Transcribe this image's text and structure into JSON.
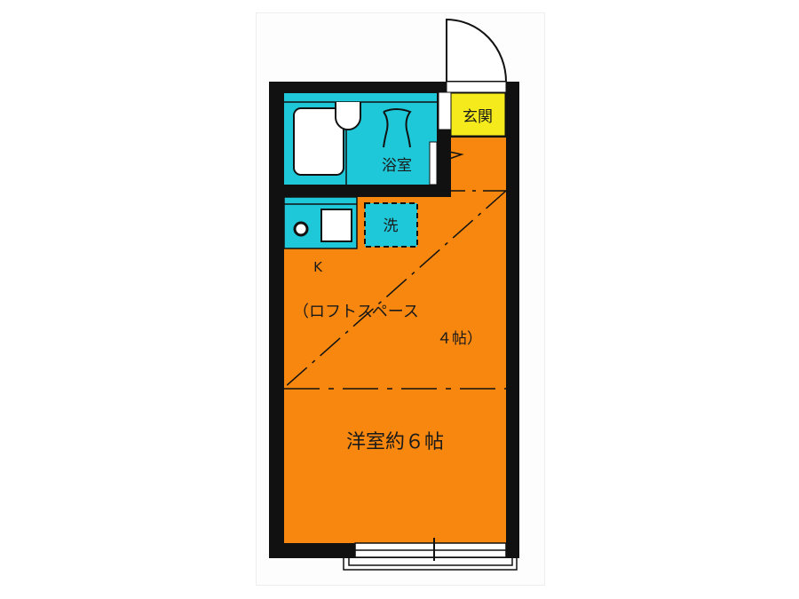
{
  "rooms": {
    "bathroom": {
      "label": "浴室"
    },
    "entrance": {
      "label": "玄関"
    },
    "washer": {
      "label": "洗"
    },
    "kitchen": {
      "label": "K"
    },
    "loft": {
      "label": "（ロフトスペース",
      "size": "４帖）"
    },
    "western_room": {
      "label": "洋室約６帖"
    }
  },
  "colors": {
    "room": "#f7870f",
    "wet_area": "#1ec8d8",
    "entrance": "#f5ea1c",
    "wall": "#111111"
  }
}
